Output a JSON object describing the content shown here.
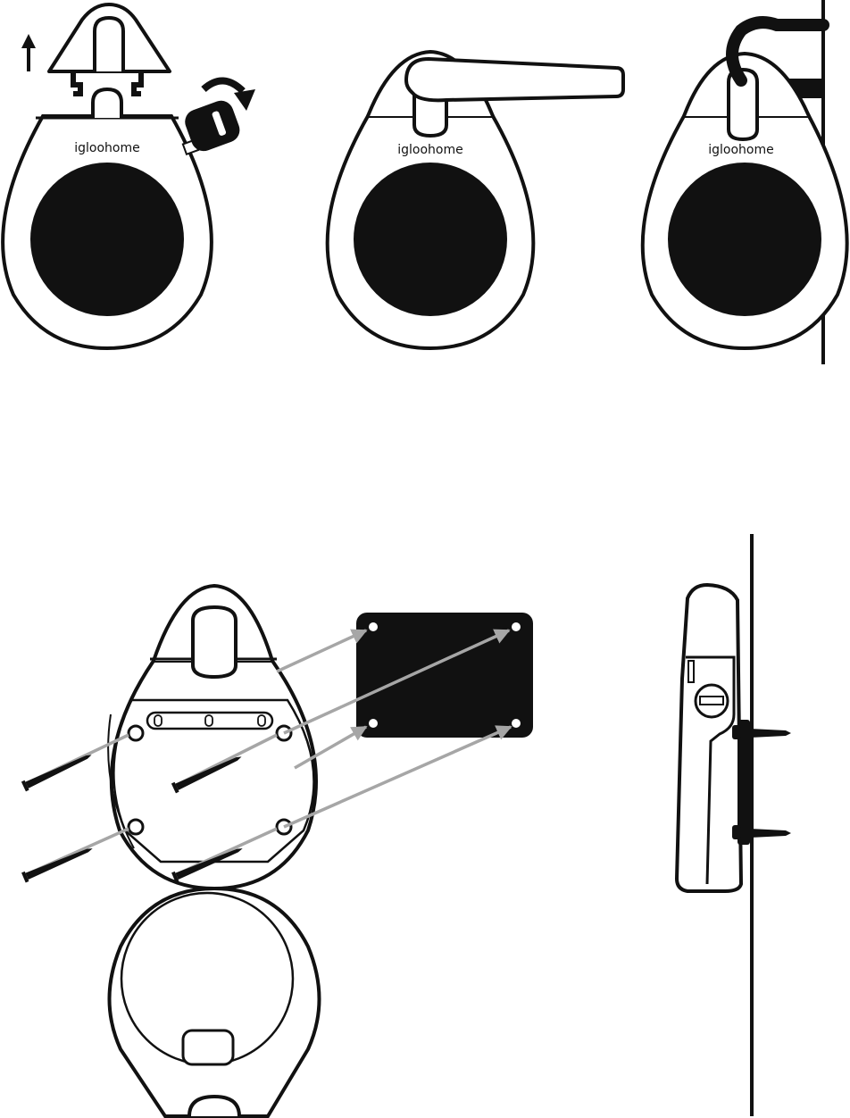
{
  "colors": {
    "ink": "#111111",
    "arrow_grey": "#a6a6a6",
    "paper": "#ffffff"
  },
  "panels": {
    "shackle_removal": {
      "brand": "igloohome"
    },
    "door_handle": {
      "brand": "igloohome"
    },
    "pipe_hook": {
      "brand": "igloohome"
    }
  },
  "icons": [
    "up-arrow-icon",
    "rotate-arrow-icon",
    "key-icon",
    "screw-icon"
  ]
}
